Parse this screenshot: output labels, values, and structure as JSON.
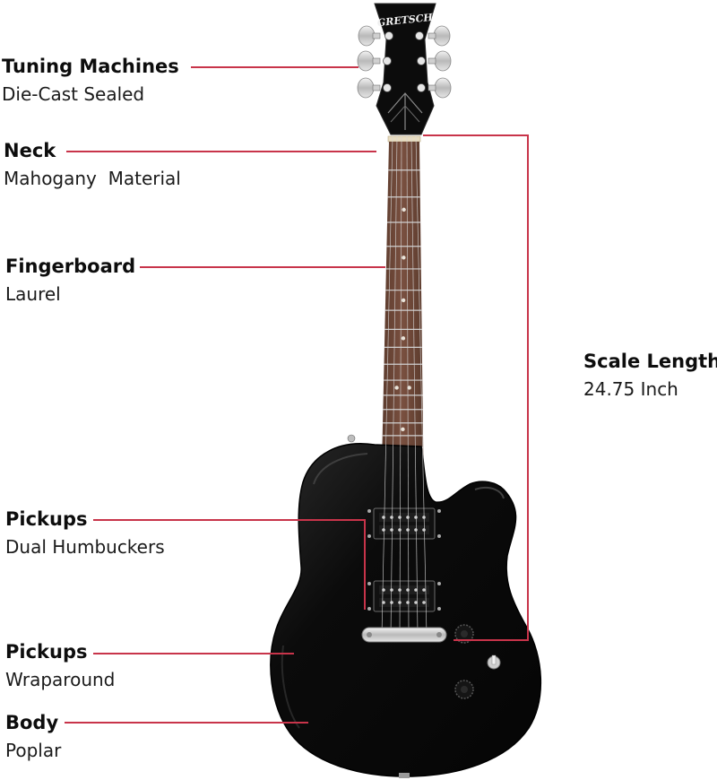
{
  "brand_logo": "GRETSCH",
  "labels": {
    "tuning_machines": {
      "title": "Tuning Machines",
      "subtitle": "Die-Cast Sealed"
    },
    "neck": {
      "title": "Neck",
      "subtitle": "Mahogany  Material"
    },
    "fingerboard": {
      "title": "Fingerboard",
      "subtitle": "Laurel"
    },
    "scale_length": {
      "title": "Scale Length",
      "subtitle": "24.75 Inch"
    },
    "pickups_top": {
      "title": "Pickups",
      "subtitle": "Dual Humbuckers"
    },
    "pickups_bridge": {
      "title": "Pickups",
      "subtitle": "Wraparound"
    },
    "body": {
      "title": "Body",
      "subtitle": "Poplar"
    }
  },
  "colors": {
    "leader_line": "#c8344a",
    "guitar_body": "#0b0b0b",
    "fretboard": "#6b4636",
    "chrome": "#d9d9d9",
    "nut": "#e8dcc0"
  },
  "icons": [
    "guitar-illustration",
    "tuner-peg-icon",
    "pickup-icon",
    "bridge-icon",
    "knob-icon",
    "toggle-switch-icon"
  ]
}
